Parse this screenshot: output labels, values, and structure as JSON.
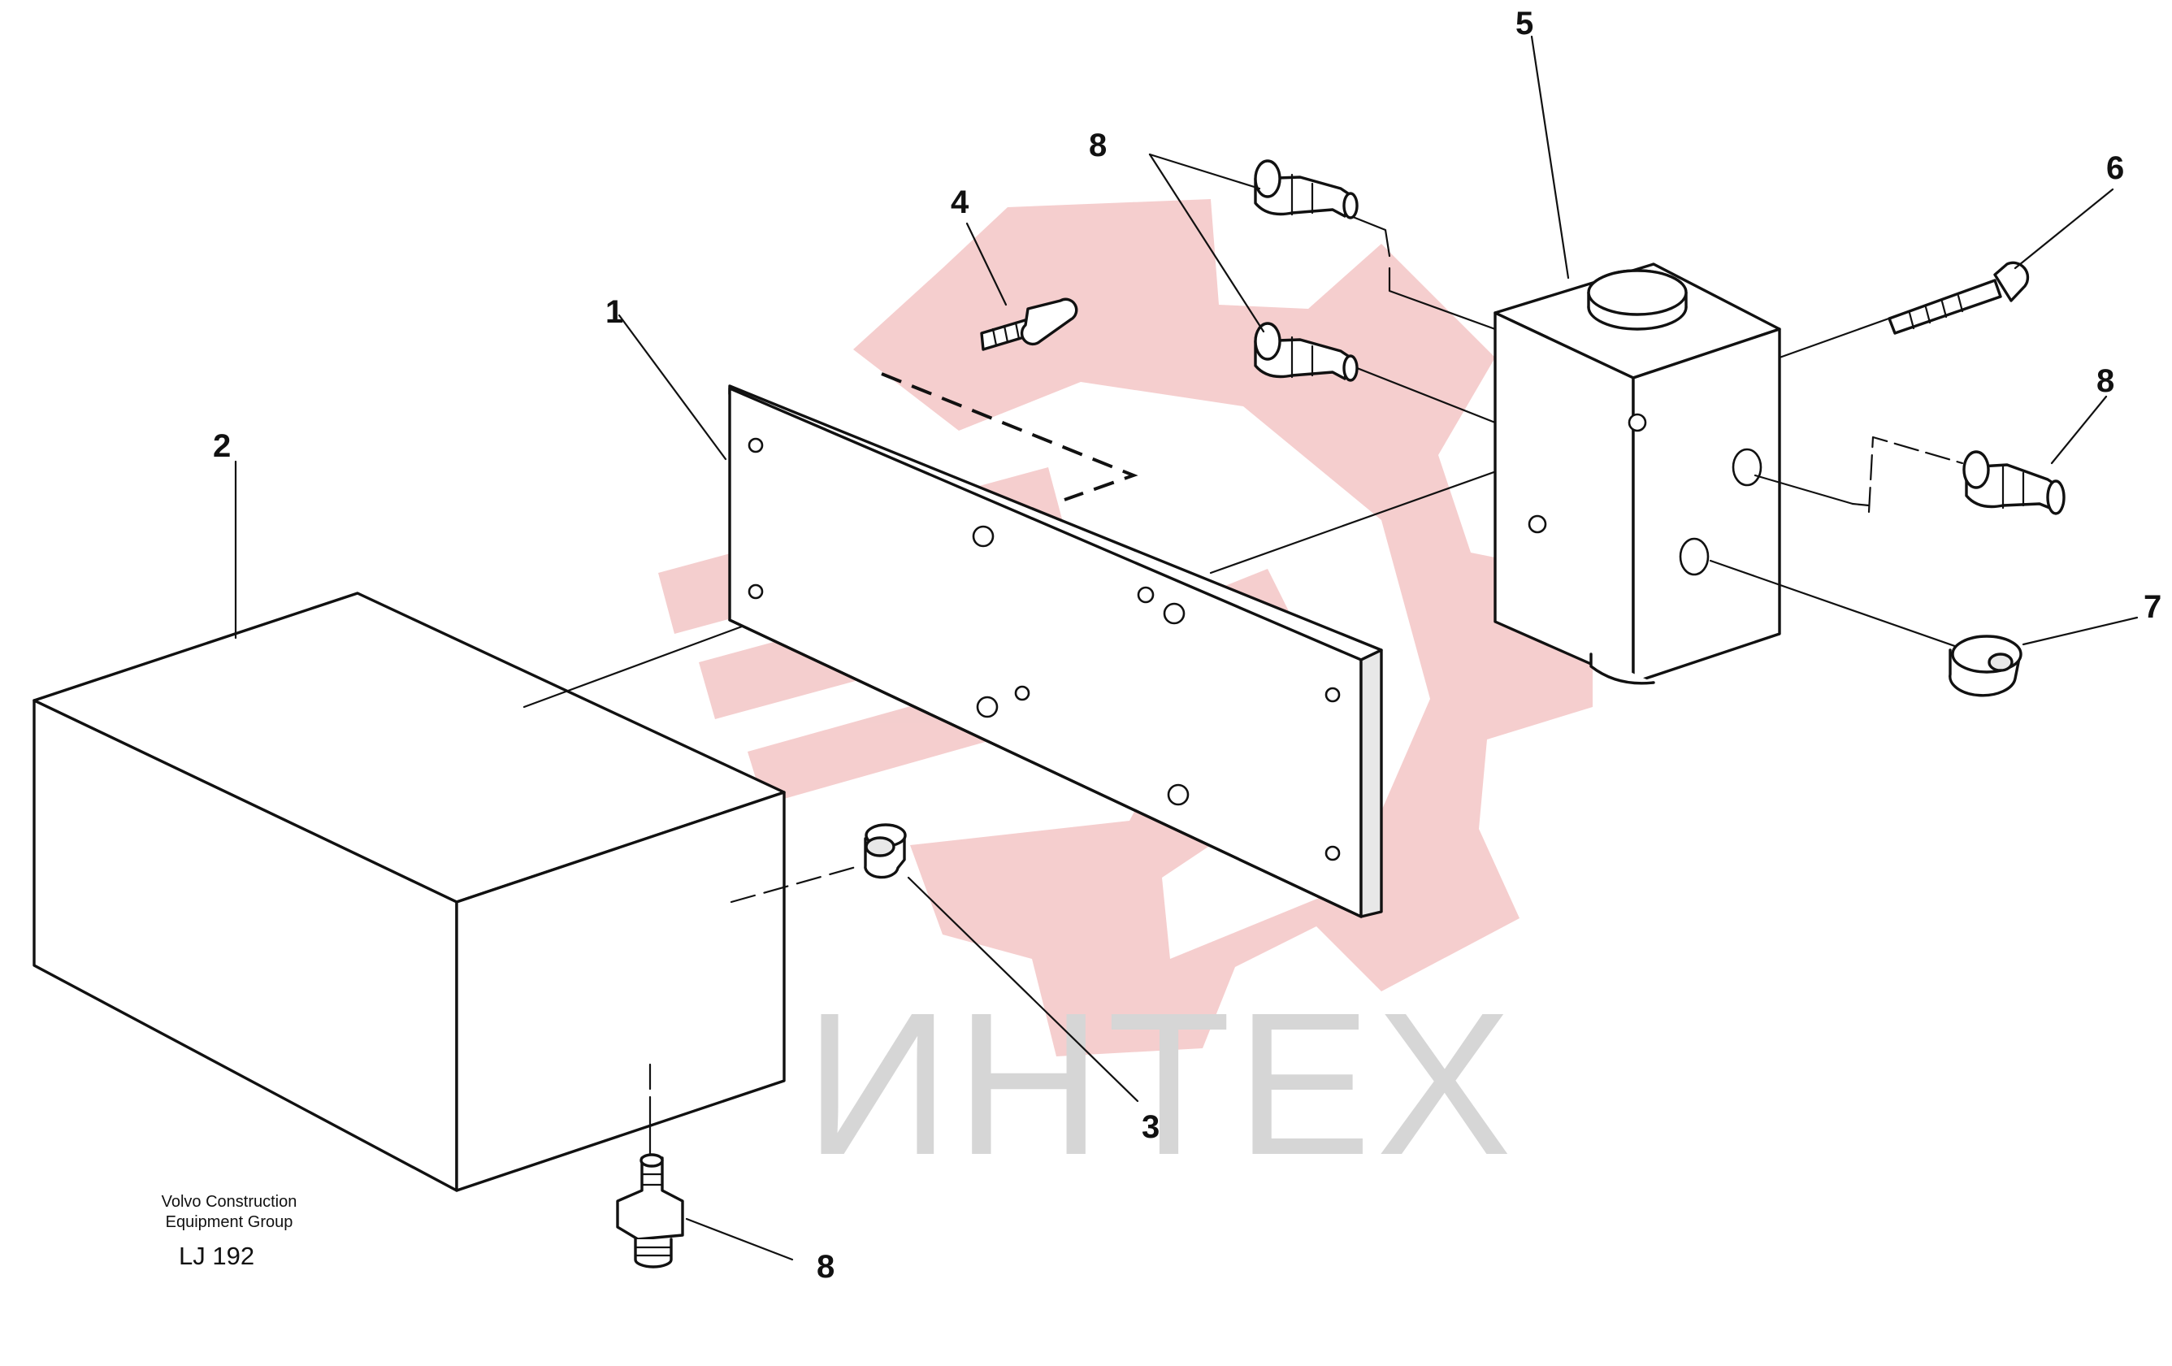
{
  "watermark": {
    "text": "ИНТЕХ",
    "logo_color": "#f3c6c6",
    "text_color": "#d6d6d6"
  },
  "callouts": [
    {
      "id": "c1",
      "label": "1"
    },
    {
      "id": "c2",
      "label": "2"
    },
    {
      "id": "c3",
      "label": "3"
    },
    {
      "id": "c4",
      "label": "4"
    },
    {
      "id": "c5",
      "label": "5"
    },
    {
      "id": "c6",
      "label": "6"
    },
    {
      "id": "c7",
      "label": "7"
    },
    {
      "id": "c8a",
      "label": "8"
    },
    {
      "id": "c8b",
      "label": "8"
    },
    {
      "id": "c8c",
      "label": "8"
    }
  ],
  "caption": {
    "line1": "Volvo Construction",
    "line2": "Equipment Group",
    "drawing_number": "LJ 192"
  }
}
